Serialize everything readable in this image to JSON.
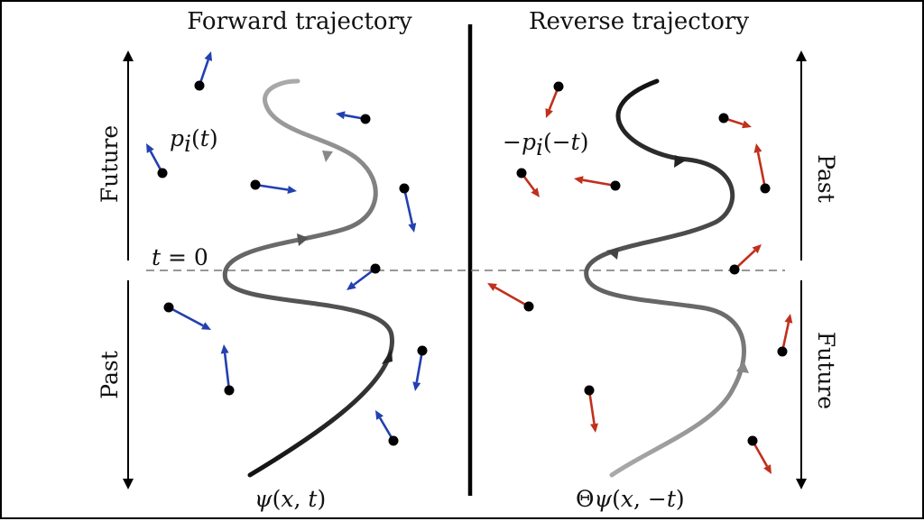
{
  "left_panel": {
    "title": "Forward trajectory",
    "upper_axis_label": "Future",
    "lower_axis_label": "Past",
    "momentum_label": "p_i(t)",
    "time_label": "t = 0",
    "wavefunction_label": "ψ(x, t)"
  },
  "right_panel": {
    "title": "Reverse trajectory",
    "upper_axis_label": "Past",
    "lower_axis_label": "Future",
    "momentum_label": "−p_i(−t)",
    "wavefunction_label": "Θψ(x, −t)"
  },
  "colors": {
    "forward_arrows": "#2340b0",
    "reverse_arrows": "#c0301c",
    "particles": "#000000",
    "divider": "#000000",
    "dashed_line": "#777777"
  }
}
